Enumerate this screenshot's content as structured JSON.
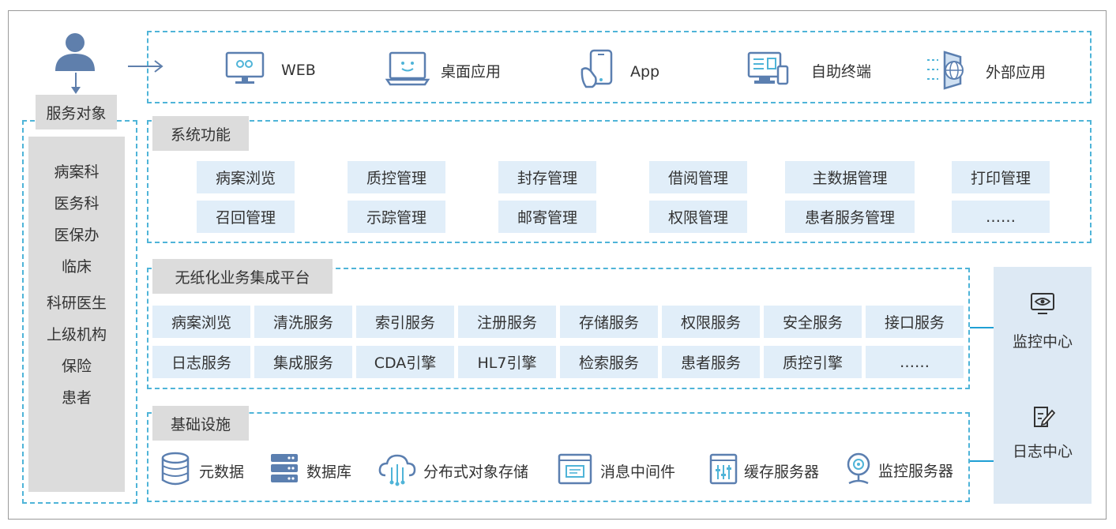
{
  "user_section": {
    "label": "服务对象",
    "audiences": [
      "病案科",
      "医务科",
      "医保办",
      "临床",
      "科研医生",
      "上级机构",
      "保险",
      "患者"
    ]
  },
  "channels": [
    {
      "label": "WEB",
      "icon": "monitor-icon"
    },
    {
      "label": "桌面应用",
      "icon": "desktop-app-icon"
    },
    {
      "label": "App",
      "icon": "mobile-app-icon"
    },
    {
      "label": "自助终端",
      "icon": "self-service-terminal-icon"
    },
    {
      "label": "外部应用",
      "icon": "globe-external-icon"
    }
  ],
  "system_functions": {
    "title": "系统功能",
    "items": [
      "病案浏览",
      "质控管理",
      "封存管理",
      "借阅管理",
      "主数据管理",
      "打印管理",
      "召回管理",
      "示踪管理",
      "邮寄管理",
      "权限管理",
      "患者服务管理",
      "……"
    ]
  },
  "platform": {
    "title": "无纸化业务集成平台",
    "items": [
      "病案浏览",
      "清洗服务",
      "索引服务",
      "注册服务",
      "存储服务",
      "权限服务",
      "安全服务",
      "接口服务",
      "日志服务",
      "集成服务",
      "CDA引擎",
      "HL7引擎",
      "检索服务",
      "患者服务",
      "质控引擎",
      "……"
    ]
  },
  "infrastructure": {
    "title": "基础设施",
    "items": [
      {
        "label": "元数据",
        "icon": "database-stack-icon"
      },
      {
        "label": "数据库",
        "icon": "server-icon"
      },
      {
        "label": "分布式对象存储",
        "icon": "cloud-storage-icon"
      },
      {
        "label": "消息中间件",
        "icon": "message-window-icon"
      },
      {
        "label": "缓存服务器",
        "icon": "cache-server-icon"
      },
      {
        "label": "监控服务器",
        "icon": "webcam-icon"
      }
    ]
  },
  "side_panel": {
    "monitor_center": "监控中心",
    "log_center": "日志中心"
  },
  "colors": {
    "dash_border": "#4fb4d8",
    "service_box": "#e1eef9",
    "gray_tag": "#dcdcdc",
    "side_panel": "#dde9f4",
    "icon_blue": "#5b7fb0",
    "connector": "#1f9fd4"
  }
}
